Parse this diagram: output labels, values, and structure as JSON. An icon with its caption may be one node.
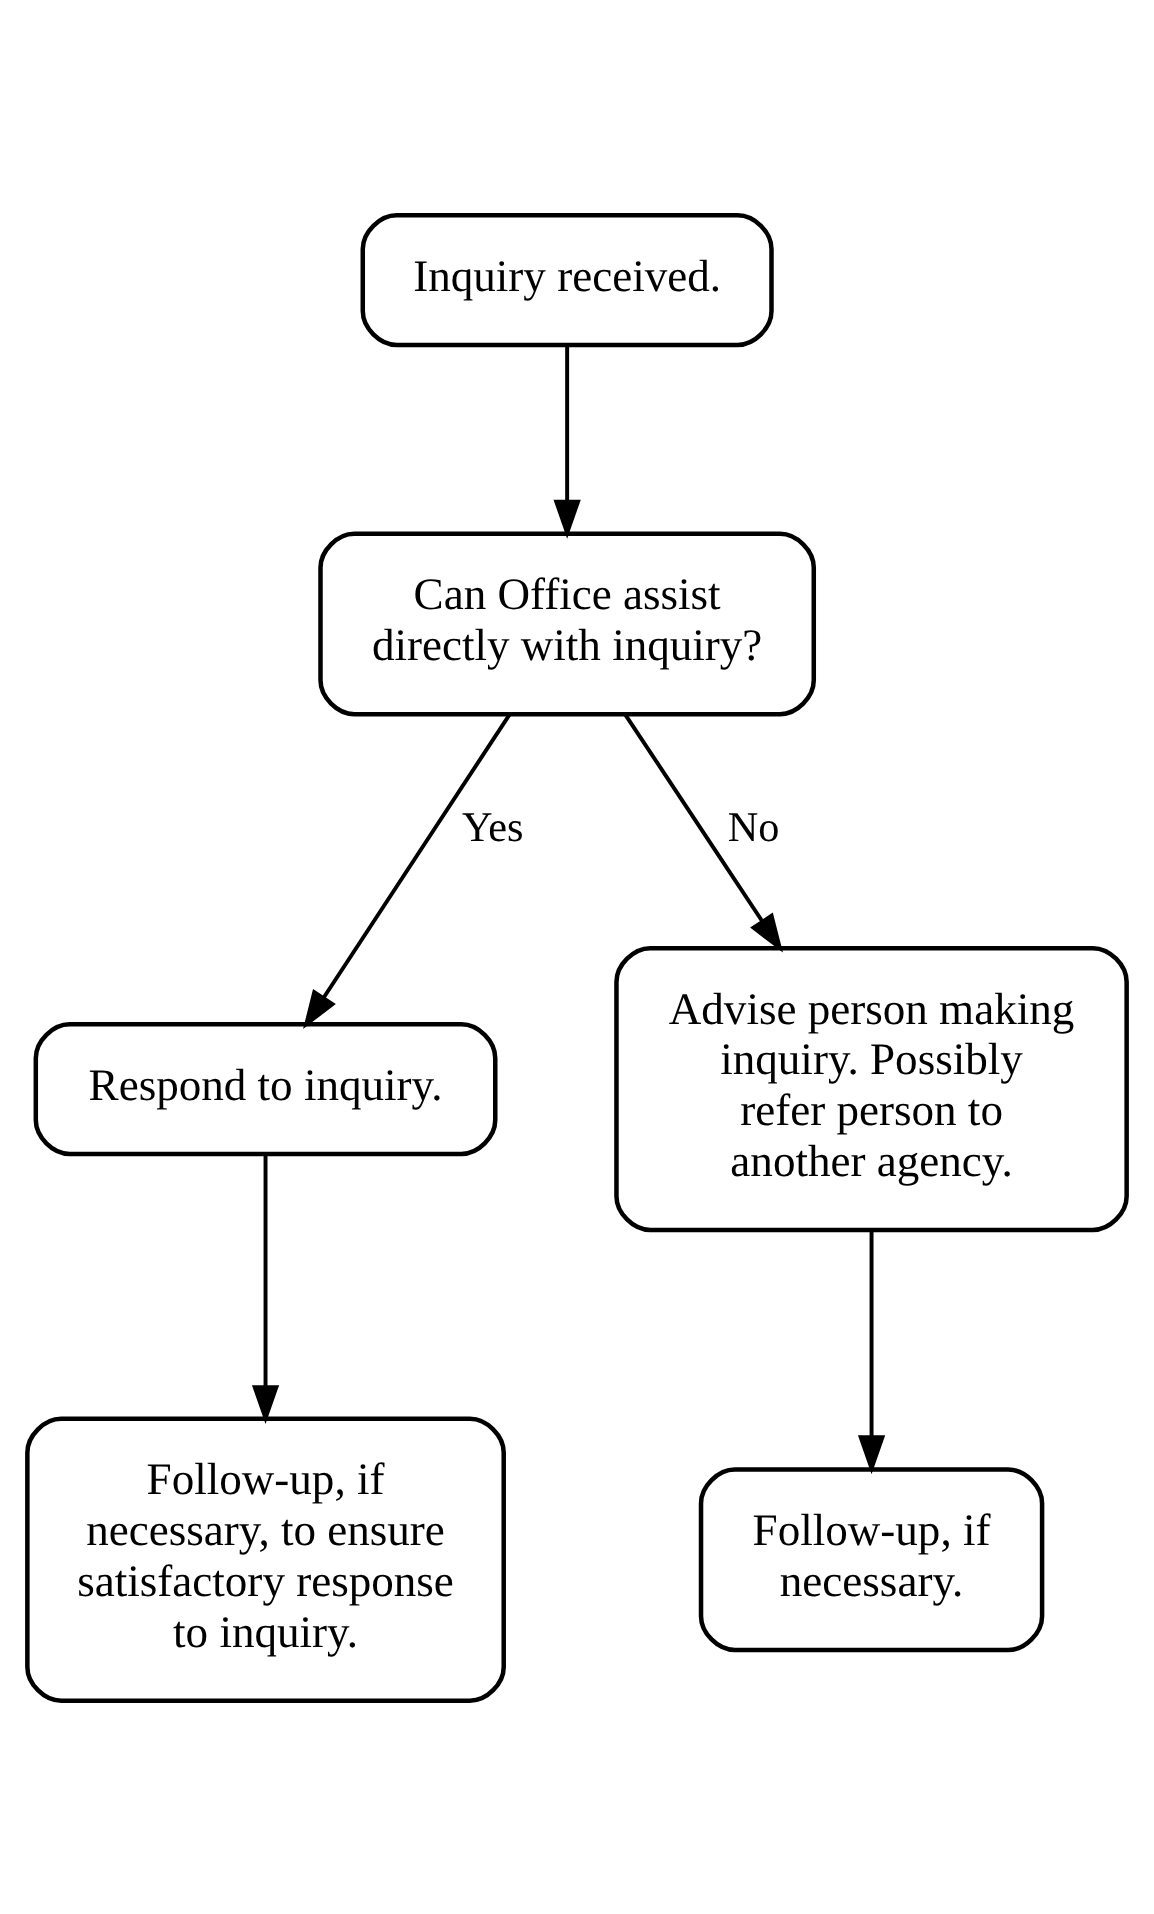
{
  "diagram": {
    "nodes": [
      {
        "text": [
          "Inquiry received."
        ]
      },
      {
        "text": [
          "Can Office assist directly with inquiry?"
        ]
      },
      {
        "text": [
          "Respond to inquiry."
        ]
      },
      {
        "text": [
          "Advise person making inquiry. Possibly refer person to another agency."
        ]
      },
      {
        "text": [
          "Follow-up, if necessary, to ensure satisfactory response to inquiry."
        ]
      },
      {
        "text": [
          "Follow-up, if necessary."
        ]
      }
    ],
    "edges": [
      {
        "from": 0,
        "to": 1,
        "arrow": "to"
      },
      {
        "from": 1,
        "to": 2,
        "arrow": "to",
        "label": "Yes"
      },
      {
        "from": 1,
        "to": 3,
        "arrow": "to",
        "label": "No"
      },
      {
        "from": 2,
        "to": 4,
        "arrow": "to"
      },
      {
        "from": 3,
        "to": 5,
        "arrow": "to"
      }
    ]
  }
}
